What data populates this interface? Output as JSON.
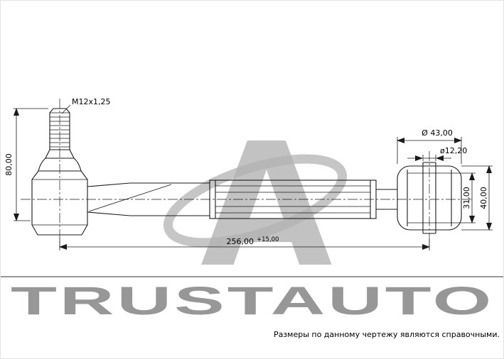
{
  "dimensions": {
    "thread": "M12x1,25",
    "stud_height": "80,00",
    "overall_length": "256,00",
    "length_tolerance": "+15,00",
    "eye_outer_diameter": "Ø 43,00",
    "bolt_hole_diameter": "ø12,20",
    "bushing_inner_width": "31,00",
    "eye_outer_width": "40,00"
  },
  "watermark": {
    "logo_letter": "A",
    "brand": "TRUSTAUTO"
  },
  "footer": {
    "note": "Размеры по данному чертежу являются справочными."
  },
  "colors": {
    "line": "#1a1a1a",
    "watermark": "#b3b3b3",
    "brand": "#979797"
  }
}
